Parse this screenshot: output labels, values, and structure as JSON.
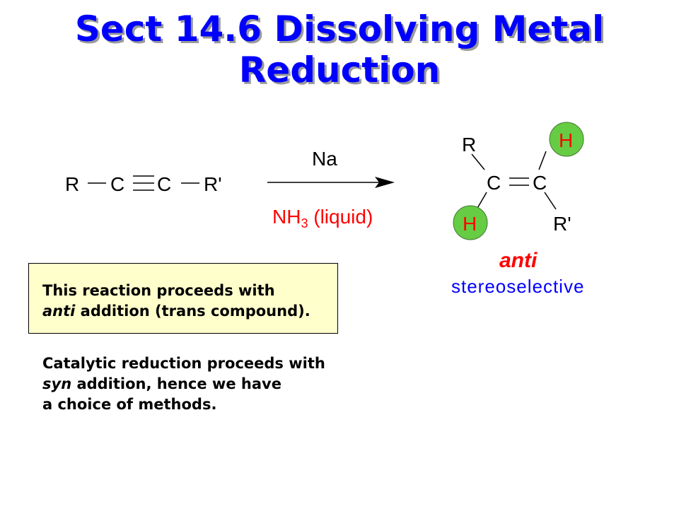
{
  "title": {
    "line1": "Sect 14.6 Dissolving Metal",
    "line2": "Reduction"
  },
  "reactant": {
    "r": "R",
    "c1": "C",
    "c2": "C",
    "r_prime": "R'"
  },
  "reagents": {
    "above": "Na",
    "below_nh": "NH",
    "below_sub": "3",
    "below_rest": " (liquid)"
  },
  "product": {
    "r": "R",
    "h_top": "H",
    "c1": "C",
    "c2": "C",
    "h_bottom": "H",
    "r_prime": "R'"
  },
  "label": {
    "anti": "anti",
    "stereo": "stereoselective"
  },
  "note1": {
    "line1": "This reaction proceeds with",
    "line2_italic": "anti",
    "line2_rest": " addition (trans compound)."
  },
  "note2": {
    "line1": "Catalytic reduction proceeds with",
    "line2_italic": "syn",
    "line2_rest": " addition, hence we have",
    "line3": "a choice of methods."
  },
  "colors": {
    "title": "#0000ff",
    "red": "#ff0000",
    "highlight_circle": "#66cc44",
    "note_box": "#ffffcc"
  }
}
